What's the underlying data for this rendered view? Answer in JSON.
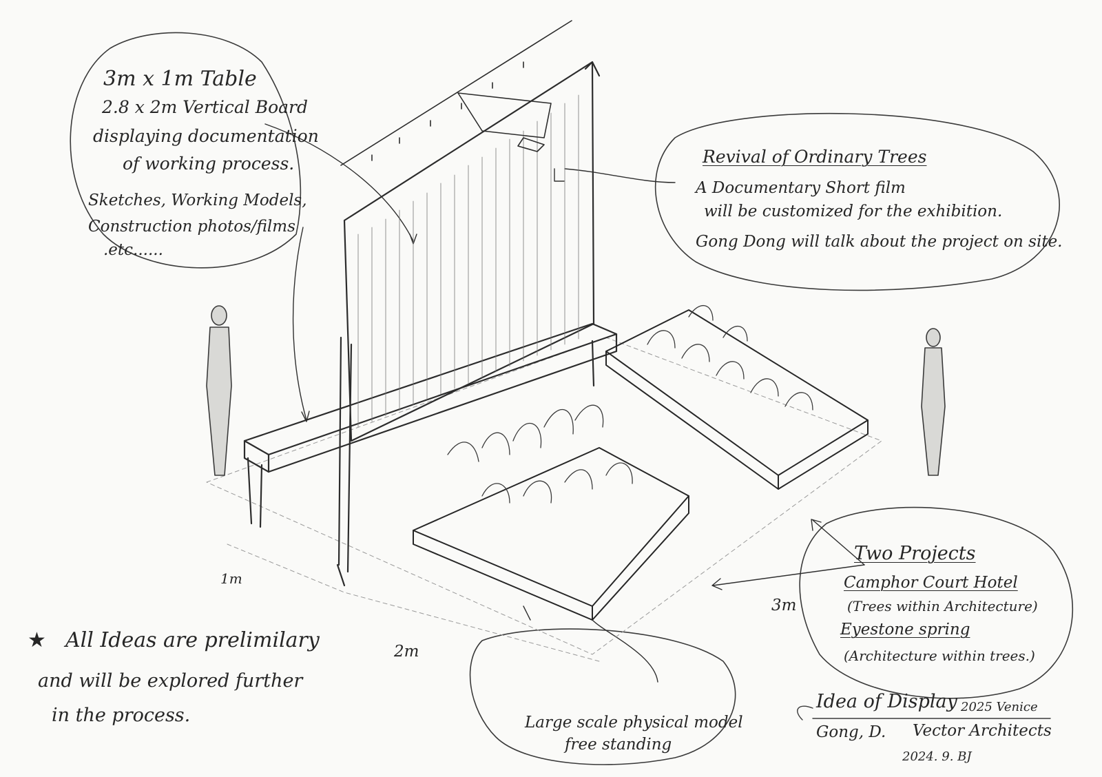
{
  "display_notes": {
    "lines": [
      "3m x 1m Table",
      "2.8 x 2m Vertical Board",
      "displaying documentation",
      "of working process.",
      "Sketches, Working Models,",
      "Construction photos/films",
      ".etc......"
    ]
  },
  "film_notes": {
    "title": "Revival of Ordinary Trees",
    "bullet_1": "A Documentary Short film",
    "bullet_1_cont": "will be customized for the exhibition.",
    "bullet_2": "Gong Dong will talk about the project on site."
  },
  "projects": {
    "title": "Two Projects",
    "project_1": "Camphor Court Hotel",
    "project_1_sub": "(Trees within Architecture)",
    "project_2": "Eyestone spring",
    "project_2_sub": "(Architecture within trees.)"
  },
  "model_note": {
    "line_1": "Large scale physical model",
    "line_2": "free standing"
  },
  "dimensions": {
    "table_depth": "1m",
    "table_length": "2m",
    "model_size": "3m"
  },
  "disclaimer": {
    "star": "★",
    "line_1": "All Ideas are prelimilary",
    "line_2": "and will be explored further",
    "line_3": "in the process."
  },
  "title_block": {
    "title": "Idea of Display",
    "event": "2025 Venice",
    "author": "Gong, D.",
    "firm": "Vector Architects",
    "date": "2024. 9. BJ"
  }
}
